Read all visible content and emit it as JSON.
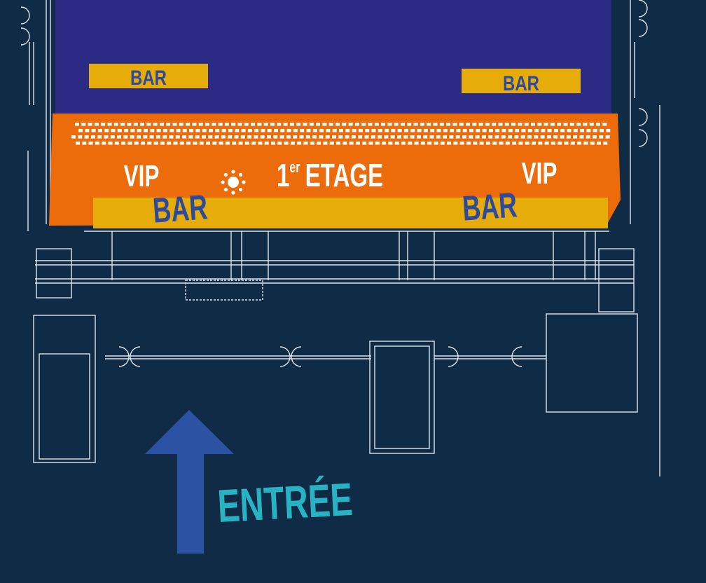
{
  "map": {
    "upper_bars": [
      "BAR",
      "BAR"
    ],
    "floor_label": {
      "number": "1",
      "superscript": "er",
      "text": "ETAGE"
    },
    "vip_labels": [
      "VIP",
      "VIP"
    ],
    "mezzanine_bars": [
      "BAR",
      "BAR"
    ],
    "entrance_label": "ENTRÉE"
  },
  "colors": {
    "background": "#0f2b45",
    "hall": "#2b2a85",
    "first_floor": "#ec6c0b",
    "bar_band": "#e6ad0a",
    "bar_text": "#2d4a9c",
    "arrow": "#2b52a3",
    "entrance_text": "#28b3c4"
  }
}
